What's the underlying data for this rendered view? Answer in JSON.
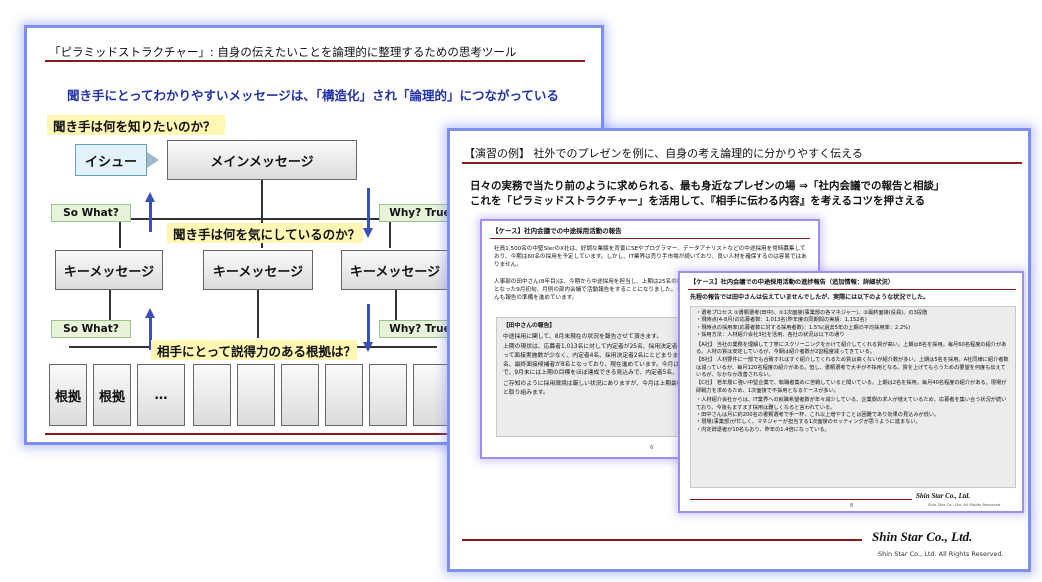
{
  "slide1": {
    "title": "「ピラミッドストラクチャー」: 自身の伝えたいことを論理的に整理するための思考ツール",
    "subtitle": "聞き手にとってわかりやすいメッセージは、「構造化」され「論理的」につながっている",
    "q_know": "聞き手は何を知りたいのか？",
    "issue": "イシュー",
    "main_message": "メインメッセージ",
    "so_what": "So What?",
    "why_true": "Why? True?",
    "q_care": "聞き手は何を気にしているのか？",
    "key_message": "キーメッセージ",
    "q_evidence": "相手にとって説得力のある根拠は？",
    "evidence": "根拠",
    "ellipsis": "…"
  },
  "slide2": {
    "title": "【演習の例】 社外でのプレゼンを例に、自身の考え論理的に分かりやすく伝える",
    "line1": "日々の実務で当たり前のように求められる、最も身近なプレゼンの場 ⇒「社内会議での報告と相談」",
    "line2": "これを「ピラミッドストラクチャー」を活用して、『相手に伝わる内容』を考えるコツを押さえる",
    "company": "Shin Star Co., Ltd.",
    "copyright": "Shin Star Co., Ltd. All Rights Reserved."
  },
  "doc1": {
    "header": "【ケース】社内会議での中途採用活動の報告",
    "p1": "社員1,500名の中堅SIerのX社は、好調な業績を背景にSEやプログラマー、データアナリストなどの中途採用を常時募集しており、今期は60名の採用を予定しています。しかし、IT業界は売り手市場が続いており、良い人材を確保するのは容易ではありません。",
    "p2": "人事部の田中さん(8年目)は、今期から中途採用を担当し、上期は25名の採用を目標に取り組んできました。上期も残り1ヶ月となった9月初旬、月例の部内会議で活動報告をすることになりました。その会議では各担当が進捗報告を行っており、田中さんも報告の準備を進めています。",
    "inner_title": "【田中さんの報告】",
    "i1": "中途採用に関して、8月末現在の状況を報告させて頂きます。",
    "i2": "上期の現状は、応募者1,013名に対して内定者が25名、採用決定者は20名となっています。8月は、お盆休みもあって面接実施数が少なく、内定者4名、採用決定者2名にとどまりました。9月は、現時点で1次面接の候補者が28名、最終面接候補者が8名となっており、現在進めています。今月はあと4名程度が最終面接に進む見通しですので、9月末には上期の目標をほぼ達成できる見込みで、内定者5名、採用決定者4名となる見込みです。",
    "i3": "ご存知のように採用環境は厳しい状況にありますが、今月は上期最後の月ですので、目標の達成に向けてしっかりと取り組みます。",
    "page": "6"
  },
  "doc2": {
    "header": "【ケース】社内会議での中途採用活動の進捗報告（追加情報：詳細状況）",
    "intro": "先程の報告では田中さんは伝えていませんでしたが、実際には以下のような状況でした。",
    "bullets": [
      "・選考プロセス ①書類選考(田中)、②1次面接(事業部の各マネジャー)、③最終面接(役員)、の3段階",
      "・現時点(4-8月)の応募者数：1,013名(昨年度の同期間の実績：1,152名)",
      "・現時点の採用率(応募者数に対する採用者数)：1.5%(過去5年の上期の平均採用率：2.2%)",
      "・採用方法：人材紹介会社3社を活用、各社の状況は以下の通り"
    ],
    "companies": [
      "【A社】 当社の業務を理解して丁寧にスクリーニングをかけて紹介してくれる質が高い。上期は8名を採用。毎月60名程度の紹介がある。人材の質は安定しているが、今期は紹介者数が2割程度減ってきている。",
      "【B社】 人材要件に一部でも合致すればすぐ紹介してくれるため質は高くないが紹介数が多い。上期は5名を採用。A社同様に紹介者数は減っているが、毎月120名程度の紹介がある。但し、書類選考で大半が不採用となる。質を上げてもらうための要望を何度も伝えているが、なかなか改善されない。",
      "【C社】 若年層に強い中堅企業で、転職者集めに苦戦していると聞いている。上期は2名を採用。毎月40名程度の紹介がある。現場が即戦力を求めるため、1次面接で不採用となるケースが多い。"
    ],
    "bullets2": [
      "・人材紹介会社からは、IT業界への就職希望者数が年々減少している、企業側の求人が増えているため、応募者を集い合う状況が続いており、今後もますます採用は難しくなると言われている。",
      "・田中さんは月に約200名の書類選考で手一杯、これ以上増やすことは困難であり効果の見込みが低い。",
      "・現場(事業部)が忙しく、マネジャーが担当する1次面接のセッティングが思うように進まない。",
      "・内定辞退者が10名もおり、昨年の1.4倍になっている。"
    ],
    "company": "Shin Star Co., Ltd.",
    "copyright": "Shin Star Co., Ltd. All Rights Reserved.",
    "page": "8"
  },
  "colors": {
    "glow": "#7f8ff0",
    "title_red": "#8b1a1a",
    "subtitle_blue": "#2233a8",
    "highlight_yellow": "#fff7b3",
    "label_green": "#e7f4d9",
    "issue_blue": "#e3f1f8",
    "arrow_blue": "#3a4fb8"
  }
}
